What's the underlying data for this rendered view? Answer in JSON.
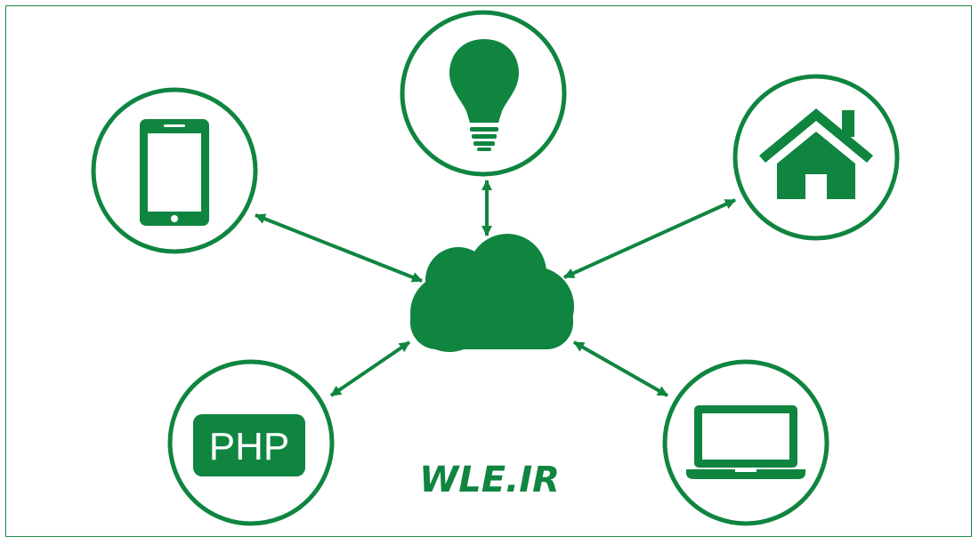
{
  "colors": {
    "accent": "#0f8540",
    "frame": "#1e8a47",
    "background": "#ffffff"
  },
  "center": {
    "icon": "cloud-icon"
  },
  "nodes": [
    {
      "id": "mobile",
      "icon": "smartphone-icon"
    },
    {
      "id": "idea",
      "icon": "lightbulb-icon"
    },
    {
      "id": "home",
      "icon": "house-icon"
    },
    {
      "id": "php",
      "icon": "php-badge-icon",
      "label": "PHP"
    },
    {
      "id": "laptop",
      "icon": "laptop-icon"
    }
  ],
  "brand": "WLE.IR"
}
